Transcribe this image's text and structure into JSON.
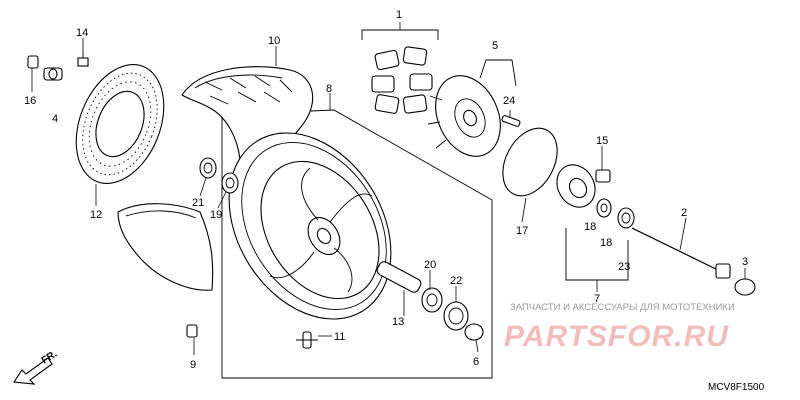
{
  "parts": {
    "p1": "1",
    "p2": "2",
    "p3": "3",
    "p4": "4",
    "p5": "5",
    "p6": "6",
    "p7": "7",
    "p8": "8",
    "p9": "9",
    "p10": "10",
    "p11": "11",
    "p12": "12",
    "p13": "13",
    "p14": "14",
    "p15": "15",
    "p16": "16",
    "p17": "17",
    "p18a": "18",
    "p18b": "18",
    "p19": "19",
    "p20": "20",
    "p21": "21",
    "p22": "22",
    "p23": "23",
    "p24": "24"
  },
  "watermark": {
    "tagline": "ЗАПЧАСТИ И АКСЕССУАРЫ ДЛЯ МОТОТЕХНИКИ",
    "logo": "PARTSFOR.RU"
  },
  "diagram_code": "MCV8F1500",
  "direction_label": "FR."
}
